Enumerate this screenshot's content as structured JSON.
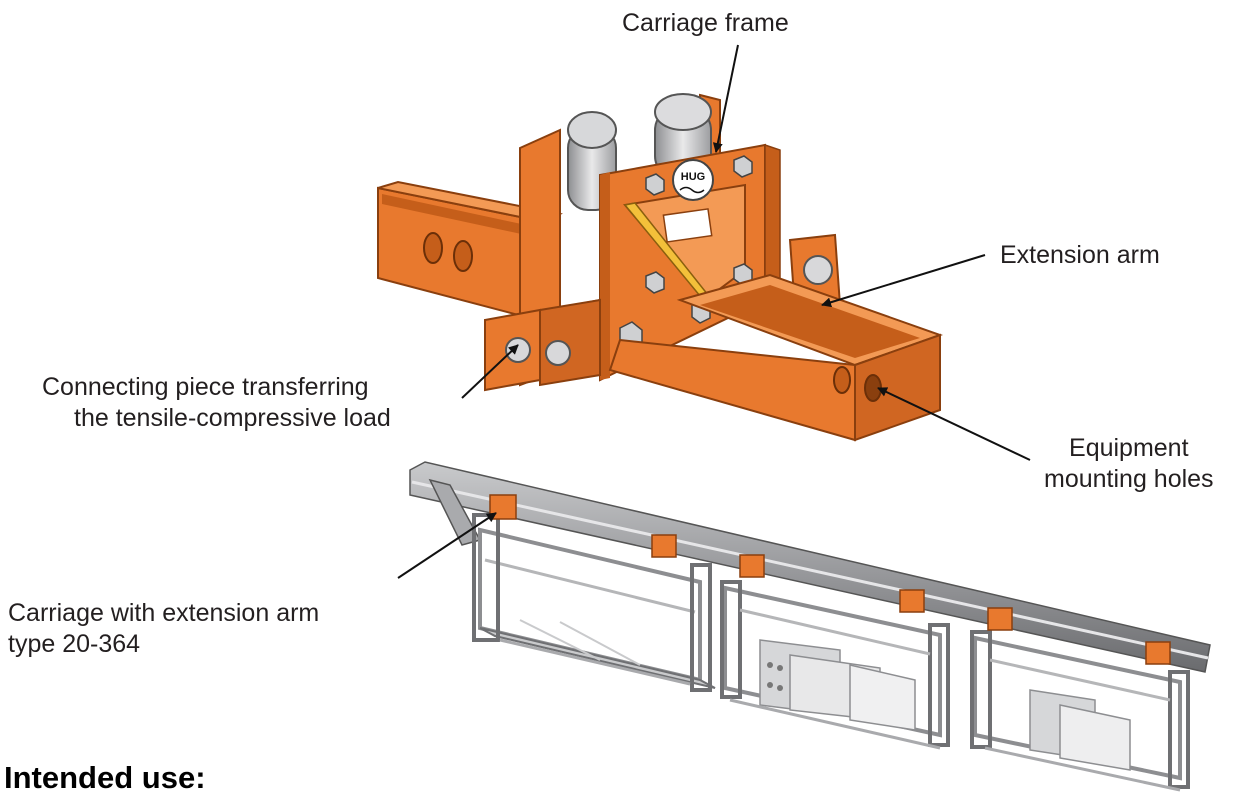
{
  "labels": {
    "carriage_frame": "Carriage frame",
    "extension_arm": "Extension arm",
    "connecting_piece_line1": "Connecting piece transferring",
    "connecting_piece_line2": "the tensile-compressive load",
    "mounting_holes_line1": "Equipment",
    "mounting_holes_line2": "mounting holes",
    "carriage_type_line1": "Carriage with extension arm",
    "carriage_type_line2": "type 20-364"
  },
  "heading": "Intended use:",
  "logo_text": "HUG",
  "colors": {
    "orange": "#e8792e",
    "orange_dark": "#c55e1a",
    "orange_light": "#f39a55",
    "steel": "#a9aaad",
    "steel_dark": "#6f7073",
    "steel_light": "#d6d7d9",
    "yellow": "#f3c03a",
    "box": "#e4e4e4"
  },
  "icons": [
    "leader-arrow",
    "roller-wheel",
    "bolt-head",
    "hug-logo"
  ]
}
